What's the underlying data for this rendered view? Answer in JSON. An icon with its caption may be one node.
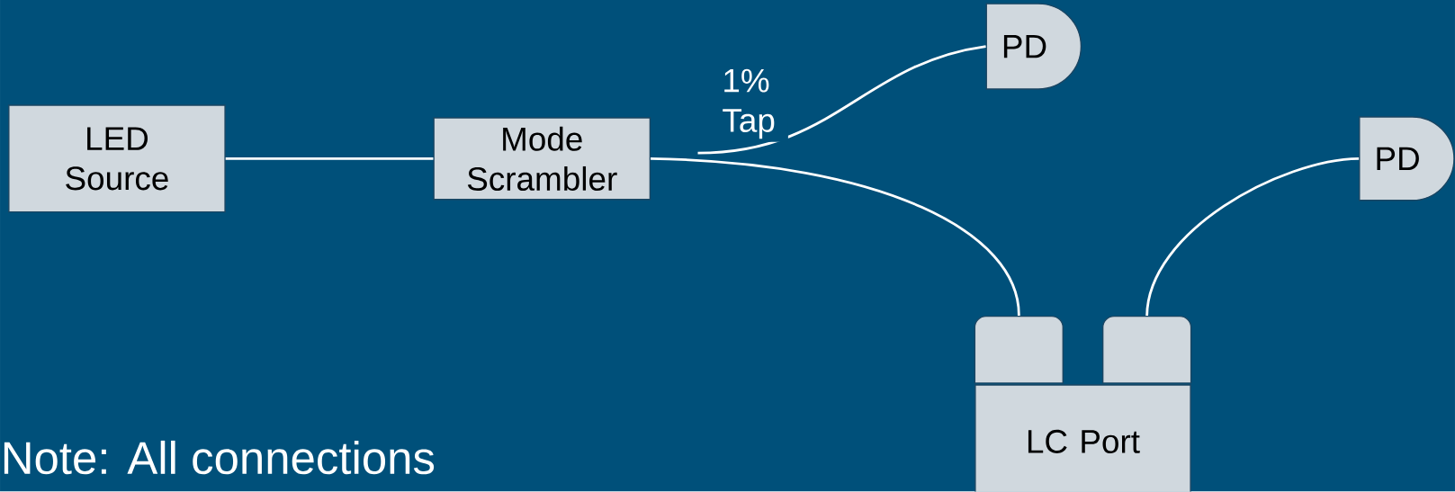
{
  "diagram": {
    "nodes": [
      {
        "text": [
          "LED Source"
        ]
      },
      {
        "text": [
          "Mode Scrambler"
        ]
      },
      {
        "text": [
          "PD"
        ]
      },
      {
        "text": [
          "PD"
        ]
      },
      {
        "text": [
          "LC Port"
        ]
      },
      {
        "text": [],
        "shape": "box"
      },
      {
        "text": [],
        "shape": "box"
      }
    ],
    "edges": [
      {
        "from": 0,
        "to": 1,
        "arrow": "none"
      },
      {
        "from": null,
        "to": 2,
        "arrow": "none",
        "label": "1% Tap"
      },
      {
        "from": 1,
        "to": 5,
        "arrow": "none"
      },
      {
        "from": 6,
        "to": 3,
        "arrow": "none"
      }
    ],
    "labels": [
      "Note: All connections"
    ]
  }
}
